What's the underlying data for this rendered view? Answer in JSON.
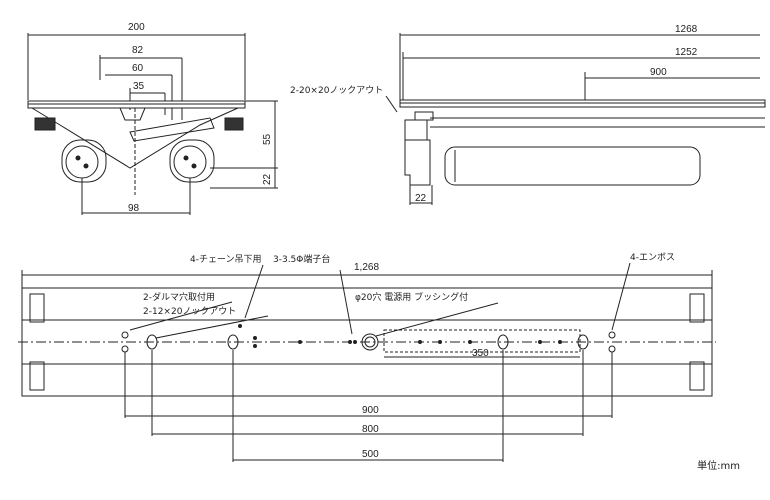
{
  "units_note": "単位:mm",
  "cross_section": {
    "dims": {
      "w200": "200",
      "w82": "82",
      "w60": "60",
      "w35": "35",
      "h55": "55",
      "h22": "22",
      "w98": "98"
    }
  },
  "side_view": {
    "dims": {
      "l1268": "1268",
      "l1252": "1252",
      "l900": "900",
      "w22": "22"
    },
    "knockout_label": "2-20×20ノックアウト"
  },
  "plan_view": {
    "dims": {
      "total": "1,268",
      "d350": "350",
      "d900": "900",
      "d800": "800",
      "d500": "500"
    },
    "labels": {
      "chain_hook": "4-チェーン吊下用",
      "terminal": "3-3.5Φ端子台",
      "daruma_hole": "2-ダルマ穴取付用",
      "knockout": "2-12×20ノックアウト",
      "bushing_hole": "φ20穴 電源用 ブッシング付",
      "emboss": "4-エンボス"
    }
  }
}
